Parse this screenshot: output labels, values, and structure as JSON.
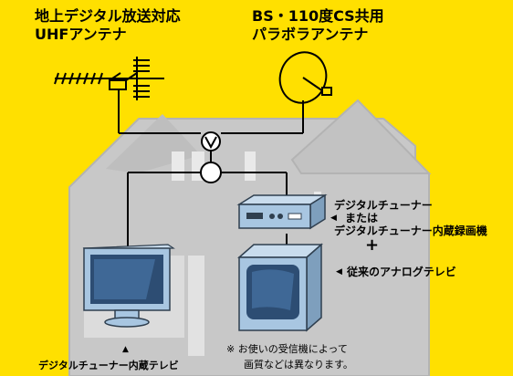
{
  "colors": {
    "background": "#ffe000",
    "house": "#c8c8c8",
    "house_outline": "#b0b0b0",
    "window": "#e9e9e9",
    "screen": "#2d4d73",
    "device_body": "#a8c6e1",
    "device_dark": "#2f3f4f",
    "line": "#000000"
  },
  "labels": {
    "uhf_line1": "地上デジタル放送対応",
    "uhf_line2": "UHFアンテナ",
    "bs_line1": "BS・110度CS共用",
    "bs_line2": "パラボラアンテナ",
    "tuner_line1": "デジタルチューナー",
    "tuner_line2": "または",
    "tuner_line3": "デジタルチューナー内蔵録画機",
    "plus": "+",
    "analog_tv": "従来のアナログテレビ",
    "digital_tv": "デジタルチューナー内蔵テレビ",
    "note_line1": "※ お使いの受信機によって",
    "note_line2": "画質などは異なります。"
  },
  "icons": {
    "left_arrow": "◀",
    "up_arrow": "▲"
  }
}
